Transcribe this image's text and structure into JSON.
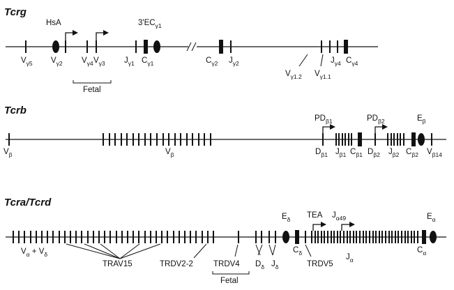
{
  "sections": {
    "tcrg": {
      "title": "Tcrg",
      "hsa": "HsA",
      "enhancer": "3'EC",
      "enhancer_sub": "γ1",
      "fetal": "Fetal",
      "labels": [
        {
          "main": "V",
          "sub": "γ5"
        },
        {
          "main": "V",
          "sub": "γ2"
        },
        {
          "main": "V",
          "sub": "γ4"
        },
        {
          "main": "V",
          "sub": "γ3"
        },
        {
          "main": "J",
          "sub": "γ1"
        },
        {
          "main": "C",
          "sub": "γ1"
        },
        {
          "main": "C",
          "sub": "γ2"
        },
        {
          "main": "J",
          "sub": "γ2"
        },
        {
          "main": "V",
          "sub": "γ1.2"
        },
        {
          "main": "V",
          "sub": "γ1.1"
        },
        {
          "main": "J",
          "sub": "γ4"
        },
        {
          "main": "C",
          "sub": "γ4"
        }
      ]
    },
    "tcrb": {
      "title": "Tcrb",
      "pd1": "PD",
      "pd1_sub": "β1",
      "pd2": "PD",
      "pd2_sub": "β2",
      "enhancer": "E",
      "enhancer_sub": "β",
      "labels": [
        {
          "main": "V",
          "sub": "β"
        },
        {
          "main": "V",
          "sub": "β"
        },
        {
          "main": "D",
          "sub": "β1"
        },
        {
          "main": "J",
          "sub": "β1"
        },
        {
          "main": "C",
          "sub": "β1"
        },
        {
          "main": "D",
          "sub": "β2"
        },
        {
          "main": "J",
          "sub": "β2"
        },
        {
          "main": "C",
          "sub": "β2"
        },
        {
          "main": "V",
          "sub": "β14"
        }
      ]
    },
    "tcra": {
      "title": "Tcra/Tcrd",
      "e_delta": "E",
      "e_delta_sub": "δ",
      "tea": "TEA",
      "ja49": "J",
      "ja49_sub": "α49",
      "e_alpha": "E",
      "e_alpha_sub": "α",
      "va_vd": {
        "v1": "V",
        "s1": "α",
        "plus": " + V",
        "s2": "δ"
      },
      "trav15": "TRAV15",
      "trdv22": "TRDV2-2",
      "trdv4": "TRDV4",
      "fetal": "Fetal",
      "trdv5": "TRDV5",
      "labels": [
        {
          "main": "D",
          "sub": "δ"
        },
        {
          "main": "J",
          "sub": "δ"
        },
        {
          "main": "C",
          "sub": "δ"
        },
        {
          "main": "J",
          "sub": "α"
        },
        {
          "main": "C",
          "sub": "α"
        }
      ]
    }
  },
  "colors": {
    "ink": "#111111",
    "background": "#ffffff"
  }
}
